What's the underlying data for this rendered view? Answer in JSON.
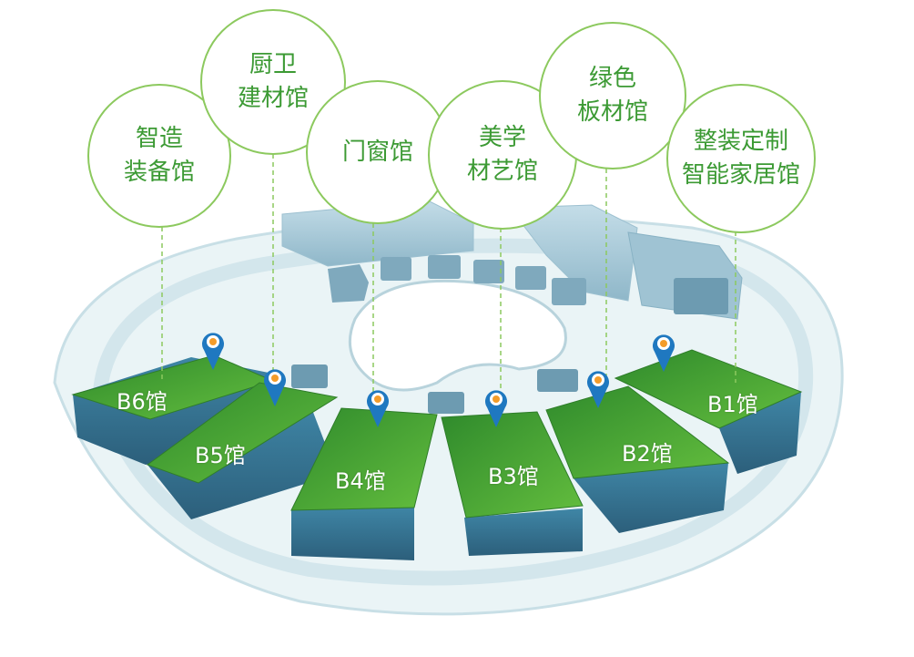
{
  "bubbles": [
    {
      "id": "smart-equipment",
      "label": "智造\n装备馆"
    },
    {
      "id": "kitchen-bath",
      "label": "厨卫\n建材馆"
    },
    {
      "id": "door-window",
      "label": "门窗馆"
    },
    {
      "id": "art-materials",
      "label": "美学\n材艺馆"
    },
    {
      "id": "green-board",
      "label": "绿色\n板材馆"
    },
    {
      "id": "custom-smart-home",
      "label": "整装定制\n智能家居馆"
    }
  ],
  "halls": [
    {
      "id": "b6",
      "label": "B6馆"
    },
    {
      "id": "b5",
      "label": "B5馆"
    },
    {
      "id": "b4",
      "label": "B4馆"
    },
    {
      "id": "b3",
      "label": "B3馆"
    },
    {
      "id": "b2",
      "label": "B2馆"
    },
    {
      "id": "b1",
      "label": "B1馆"
    }
  ],
  "colors": {
    "accent_green": "#3c9a34",
    "bubble_border": "#8cc95e",
    "roof_green": "#46a83a",
    "building_blue": "#3d7f9c",
    "ground": "#dfeef2",
    "pin_blue": "#1f78c0",
    "pin_dot": "#f39c2a"
  }
}
